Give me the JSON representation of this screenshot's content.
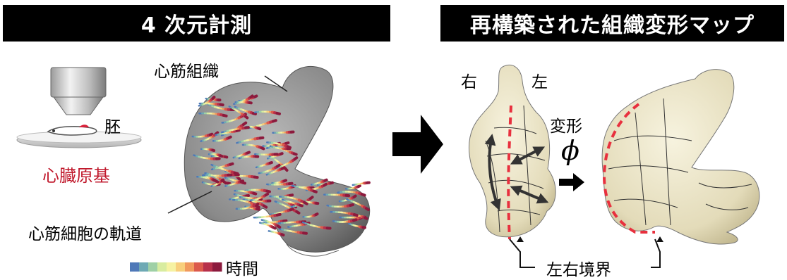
{
  "left_panel": {
    "title": "4 次元計測",
    "embryo_label": "胚",
    "heart_primordium_label": "心臓原基",
    "tissue_label": "心筋組織",
    "trajectory_label": "心筋細胞の軌道",
    "time_label": "時間",
    "colorbar_colors": [
      "#4f79b8",
      "#6ea9b4",
      "#9fd0a6",
      "#d8eca0",
      "#f6f2a2",
      "#f8cf7c",
      "#f19a5e",
      "#dc5a4c",
      "#b7304a",
      "#8c1a3d"
    ]
  },
  "right_panel": {
    "title": "再構築された組織変形マップ",
    "right_label": "右",
    "left_label": "左",
    "deformation_label": "変形",
    "phi_symbol": "ϕ",
    "boundary_label": "左右境界"
  },
  "colors": {
    "accent_red": "#c0192c",
    "banner": "#000000",
    "tissue_gray": "#8f8f8f",
    "tissue_cream": "#e9e3c6"
  }
}
